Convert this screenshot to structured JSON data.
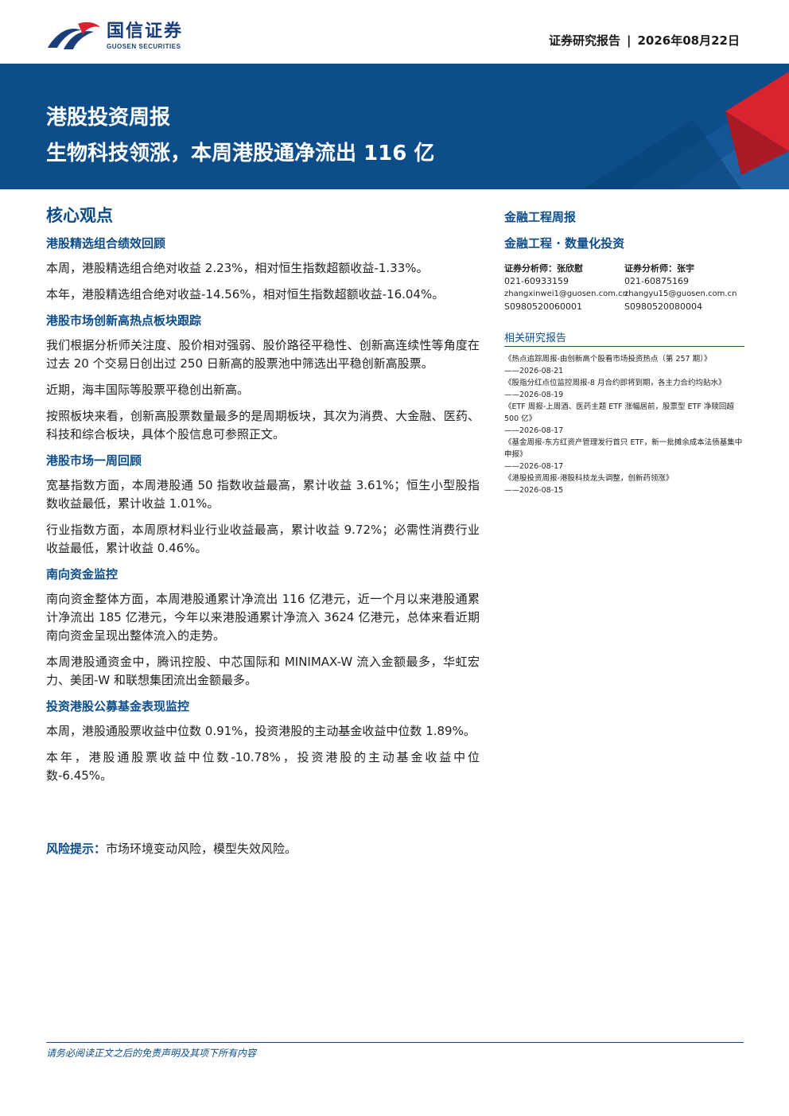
{
  "header": {
    "logo_cn": "国信证券",
    "logo_en": "GUOSEN SECURITIES",
    "doc_type": "证券研究报告",
    "separator": "|",
    "date": "2026年08月22日"
  },
  "banner": {
    "title": "港股投资周报",
    "subtitle": "生物科技领涨，本周港股通净流出 116 亿"
  },
  "core": {
    "heading": "核心观点",
    "sections": [
      {
        "heading": "港股精选组合绩效回顾",
        "paragraphs": [
          "本周，港股精选组合绝对收益 2.23%，相对恒生指数超额收益-1.33%。",
          "本年，港股精选组合绝对收益-14.56%，相对恒生指数超额收益-16.04%。"
        ]
      },
      {
        "heading": "港股市场创新高热点板块跟踪",
        "paragraphs": [
          "我们根据分析师关注度、股价相对强弱、股价路径平稳性、创新高连续性等角度在过去 20 个交易日创出过 250 日新高的股票池中筛选出平稳创新高股票。",
          "近期，海丰国际等股票平稳创出新高。",
          "按照板块来看，创新高股票数量最多的是周期板块，其次为消费、大金融、医药、科技和综合板块，具体个股信息可参照正文。"
        ]
      },
      {
        "heading": "港股市场一周回顾",
        "paragraphs": [
          "宽基指数方面，本周港股通 50 指数收益最高，累计收益 3.61%；恒生小型股指数收益最低，累计收益 1.01%。",
          "行业指数方面，本周原材料业行业收益最高，累计收益 9.72%；必需性消费行业收益最低，累计收益 0.46%。"
        ]
      },
      {
        "heading": "南向资金监控",
        "paragraphs": [
          "南向资金整体方面，本周港股通累计净流出 116 亿港元，近一个月以来港股通累计净流出 185 亿港元，今年以来港股通累计净流入 3624 亿港元，总体来看近期南向资金呈现出整体流入的走势。",
          "本周港股通资金中，腾讯控股、中芯国际和 MINIMAX-W 流入金额最多，华虹宏力、美团-W 和联想集团流出金额最多。"
        ]
      },
      {
        "heading": "投资港股公募基金表现监控",
        "paragraphs": [
          "本周，港股通股票收益中位数 0.91%，投资港股的主动基金收益中位数 1.89%。",
          "本年，港股通股票收益中位数-10.78%，投资港股的主动基金收益中位数-6.45%。"
        ]
      }
    ],
    "risk_label": "风险提示：",
    "risk_text": "市场环境变动风险，模型失效风险。"
  },
  "sidebar": {
    "category1": "金融工程周报",
    "category2": "金融工程 · 数量化投资",
    "analysts": [
      {
        "title": "证券分析师：张欣慰",
        "phone": "021-60933159",
        "email": "zhangxinwei1@guosen.com.cn",
        "cert": "S0980520060001"
      },
      {
        "title": "证券分析师：张宇",
        "phone": "021-60875169",
        "email": "zhangyu15@guosen.com.cn",
        "cert": "S0980520080004"
      }
    ],
    "related_heading": "相关研究报告",
    "related": [
      {
        "title": "《热点追踪周报-由创新高个股看市场投资热点（第 257 期）》",
        "date": "——2026-08-21"
      },
      {
        "title": "《股指分红点位监控周报-8 月合约即将到期，各主力合约均贴水》",
        "date": "——2026-08-19"
      },
      {
        "title": "《ETF 周报-上周酒、医药主题 ETF 涨幅居前，股票型 ETF 净赎回超 500 亿》",
        "date": "——2026-08-17"
      },
      {
        "title": "《基金周报-东方红资产管理发行首只 ETF，新一批摊余成本法债基集中申报》",
        "date": "——2026-08-17"
      },
      {
        "title": "《港股投资周报-港股科技龙头调整，创新药领涨》",
        "date": "——2026-08-15"
      }
    ]
  },
  "footer": {
    "disclaimer": "请务必阅读正文之后的免责声明及其项下所有内容"
  },
  "colors": {
    "brand_blue": "#0c4d8a",
    "accent_red": "#d9232e"
  }
}
